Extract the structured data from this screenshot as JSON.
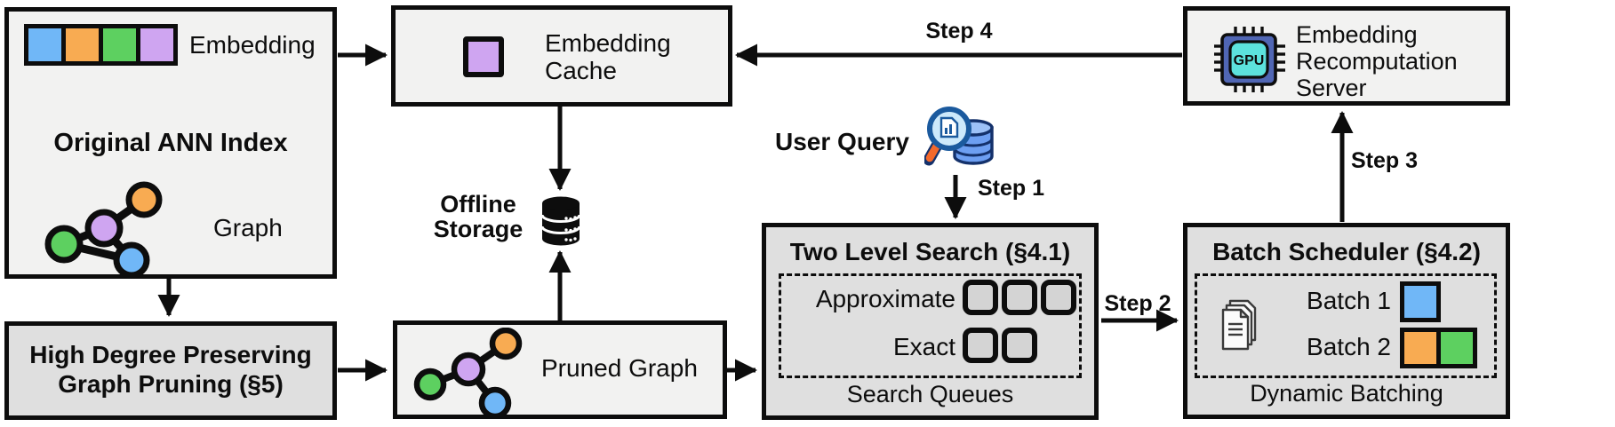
{
  "figure": {
    "description": "System architecture diagram for an ANN search system with embedding recomputation"
  },
  "colors": {
    "box_fill_light": "#f2f2f1",
    "box_fill_dark": "#dfdfdf",
    "queue_slot_fill": "#d4d4d4",
    "stroke_black": "#0d0d0d",
    "embedding_blue": "#70b7f7",
    "embedding_orange": "#f8ab52",
    "embedding_green": "#5dd060",
    "embedding_purple": "#cfa5f1",
    "gpu_chip_body": "#5066b4",
    "gpu_chip_screen": "#5ce2dd",
    "magnifier_handle": "#f4692c",
    "query_db_blue": "#6d9ff2"
  },
  "original_index": {
    "title": "Original ANN Index",
    "embedding_label": "Embedding",
    "graph_label": "Graph"
  },
  "embedding_cache": {
    "title": "Embedding Cache"
  },
  "recompute_server": {
    "title": "Embedding Recomputation Server",
    "gpu_text": "GPU"
  },
  "offline_storage": {
    "label": "Offline Storage"
  },
  "user_query": {
    "label": "User Query"
  },
  "two_level_search": {
    "title": "Two Level Search (§4.1)",
    "rows": [
      "Approximate",
      "Exact"
    ],
    "approx_slots": 3,
    "exact_slots": 2,
    "caption": "Search Queues"
  },
  "batch_scheduler": {
    "title": "Batch Scheduler (§4.2)",
    "rows": [
      "Batch 1",
      "Batch 2"
    ],
    "batch1_colors": [
      "#70b7f7"
    ],
    "batch2_colors": [
      "#f8ab52",
      "#5dd060"
    ],
    "caption": "Dynamic Batching"
  },
  "graph_pruning": {
    "title": "High Degree Preserving Graph Pruning (§5)"
  },
  "pruned_graph": {
    "label": "Pruned Graph"
  },
  "steps": {
    "s1": "Step 1",
    "s2": "Step 2",
    "s3": "Step 3",
    "s4": "Step 4"
  }
}
